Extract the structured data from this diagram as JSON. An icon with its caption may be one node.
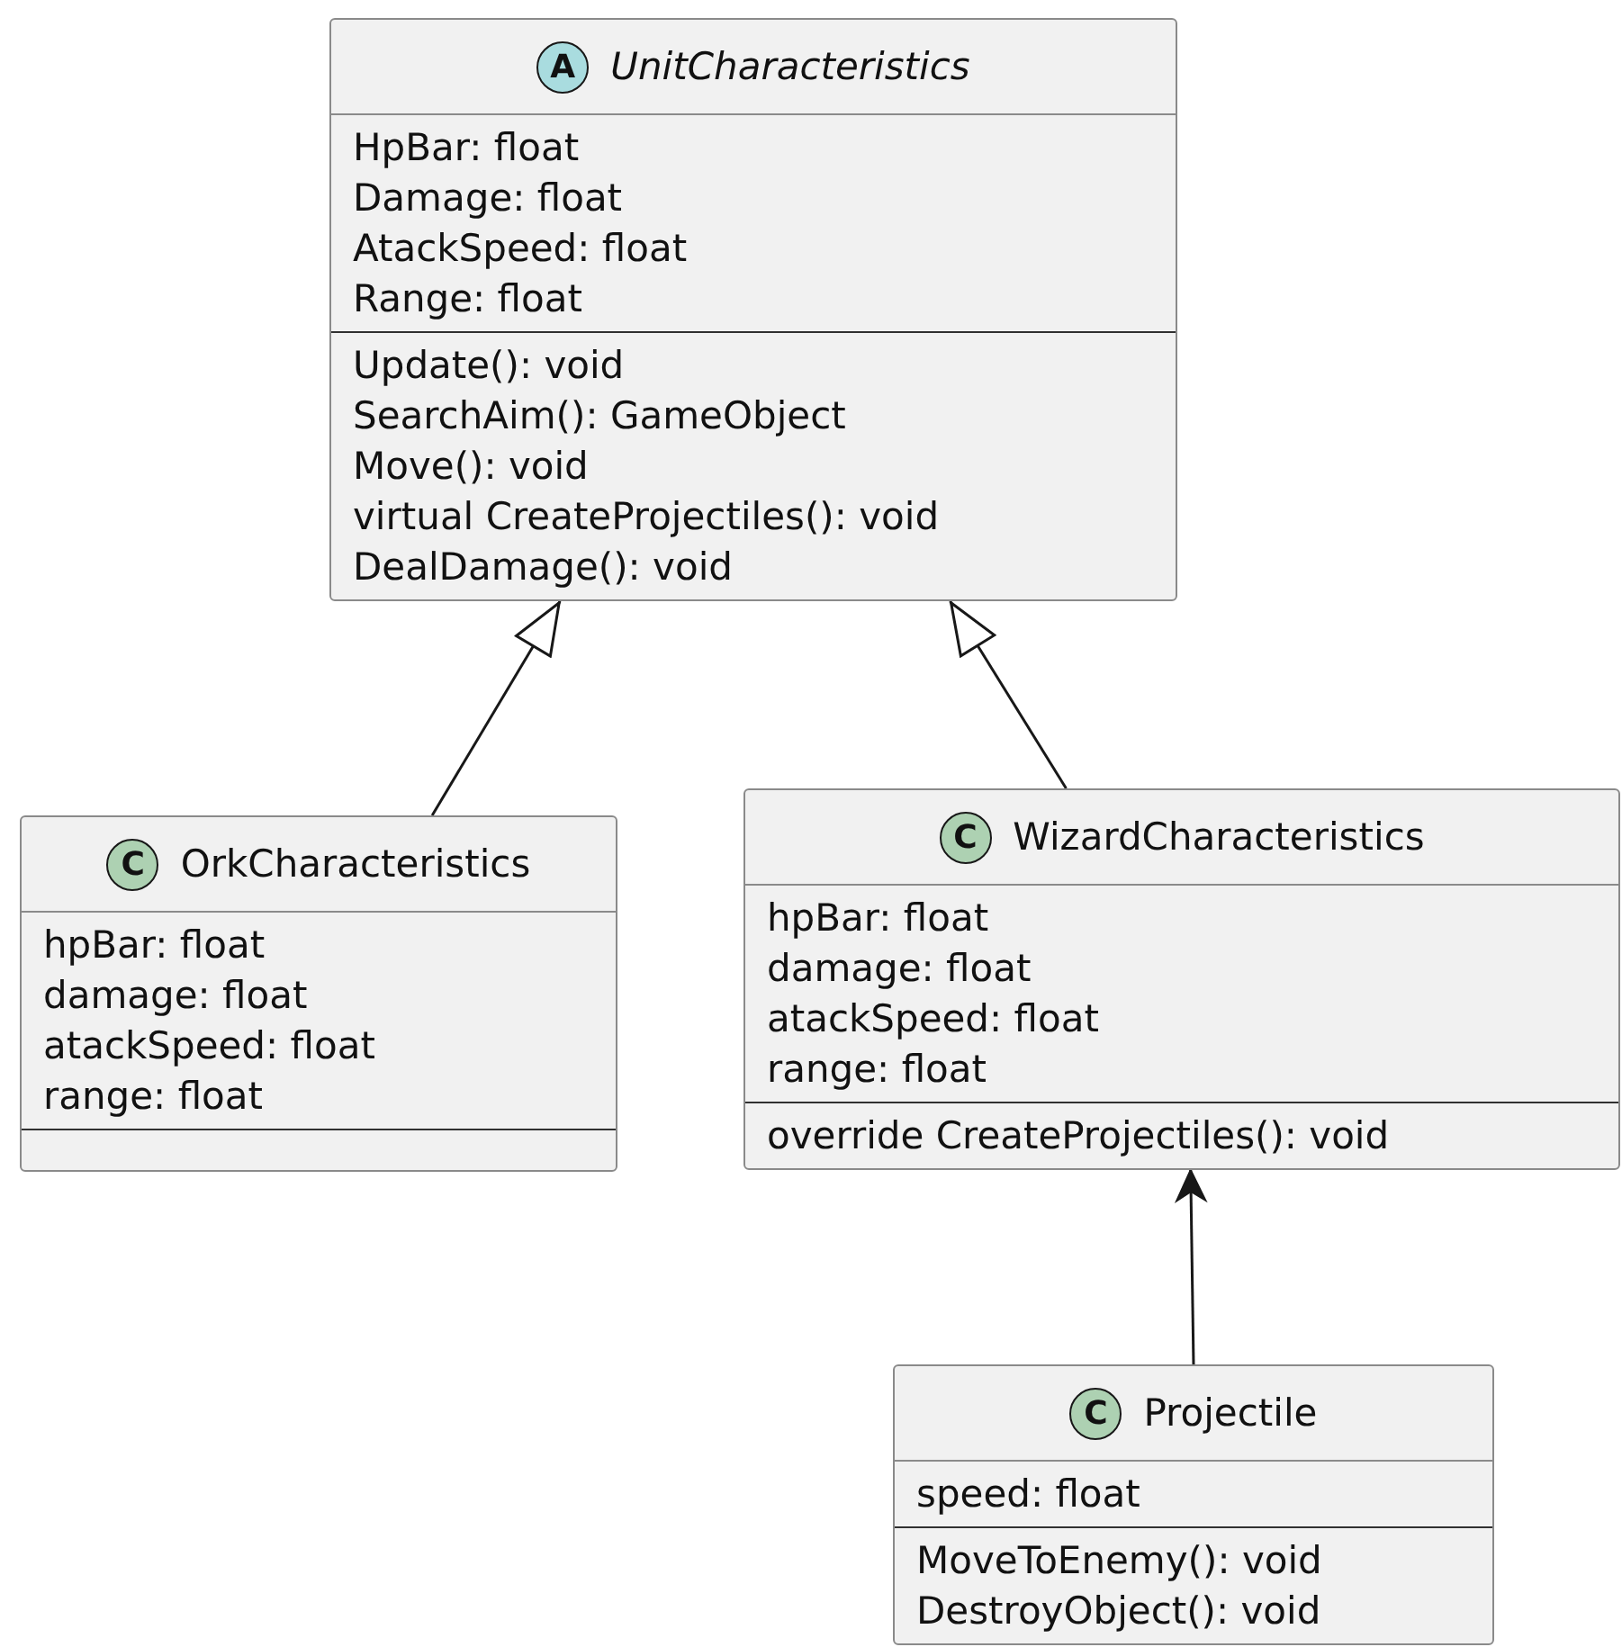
{
  "diagram": {
    "nodes": [
      {
        "text": [
          "A",
          "UnitCharacteristics",
          "HpBar: float",
          "Damage: float",
          "AtackSpeed: float",
          "Range: float",
          "Update(): void",
          "SearchAim(): GameObject",
          "Move(): void",
          "virtual CreateProjectiles(): void",
          "DealDamage(): void"
        ]
      },
      {
        "text": [
          "C",
          "OrkCharacteristics",
          "hpBar: float",
          "damage: float",
          "atackSpeed: float",
          "range: float"
        ]
      },
      {
        "text": [
          "C",
          "WizardCharacteristics",
          "hpBar: float",
          "damage: float",
          "atackSpeed: float",
          "range: float",
          "override CreateProjectiles(): void"
        ]
      },
      {
        "text": [
          "C",
          "Projectile",
          "speed: float",
          "MoveToEnemy(): void",
          "DestroyObject(): void"
        ]
      }
    ],
    "edges": [
      {
        "from": 1,
        "to": 0,
        "arrow": "to"
      },
      {
        "from": 2,
        "to": 0,
        "arrow": "to"
      },
      {
        "from": 3,
        "to": 2,
        "arrow": "to"
      }
    ]
  }
}
